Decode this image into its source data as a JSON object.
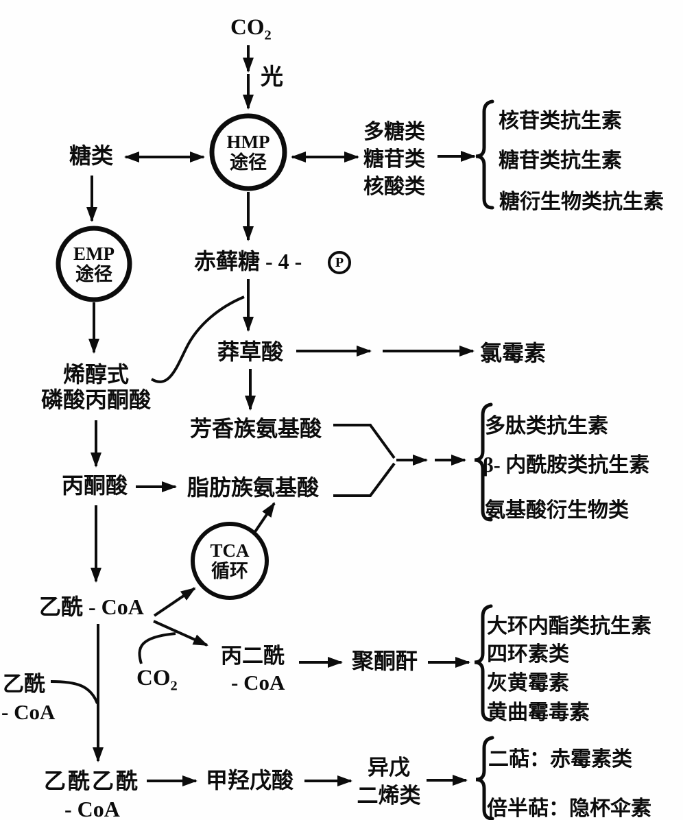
{
  "nodes": {
    "co2_top": {
      "base": "CO",
      "sub": "2"
    },
    "light": "光",
    "hmp": {
      "l1": "HMP",
      "l2": "途径"
    },
    "emp": {
      "l1": "EMP",
      "l2": "途径"
    },
    "tca": {
      "l1": "TCA",
      "l2": "循环"
    },
    "sugars": "糖类",
    "macromolecules": [
      "多糖类",
      "糖苷类",
      "核酸类"
    ],
    "erythrose_label": "赤藓糖 - 4 -",
    "erythrose_p": "P",
    "shikimic": "莽草酸",
    "chloramphenicol": "氯霉素",
    "enol": [
      "烯醇式",
      "磷酸丙酮酸"
    ],
    "aromatic_aa": "芳香族氨基酸",
    "pyruvate": "丙酮酸",
    "aliphatic_aa": "脂肪族氨基酸",
    "acetyl_coa": "乙酰 - CoA",
    "co2_bottom": {
      "base": "CO",
      "sub": "2"
    },
    "malonyl": [
      "丙二酰",
      "- CoA"
    ],
    "polyketide": "聚酮酐",
    "acetyl_coa_left": [
      "乙酰",
      "- CoA"
    ],
    "acetoacetyl": [
      "乙酰乙酰",
      "- CoA"
    ],
    "mevalonate": "甲羟戊酸",
    "isoprene": [
      "异戊",
      "二烯类"
    ]
  },
  "brackets": {
    "sugar_derived": [
      "核苷类抗生素",
      "糖苷类抗生素",
      "糖衍生物类抗生素"
    ],
    "amino_acid_derived": [
      "多肽类抗生素",
      "β- 内酰胺类抗生素",
      "氨基酸衍生物类"
    ],
    "polyketide_derived": [
      "大环内酯类抗生素",
      "四环素类",
      "灰黄霉素",
      "黄曲霉毒素"
    ],
    "isoprenoid_derived": [
      "二萜：赤霉素类",
      "倍半萜：隐杯伞素"
    ]
  }
}
